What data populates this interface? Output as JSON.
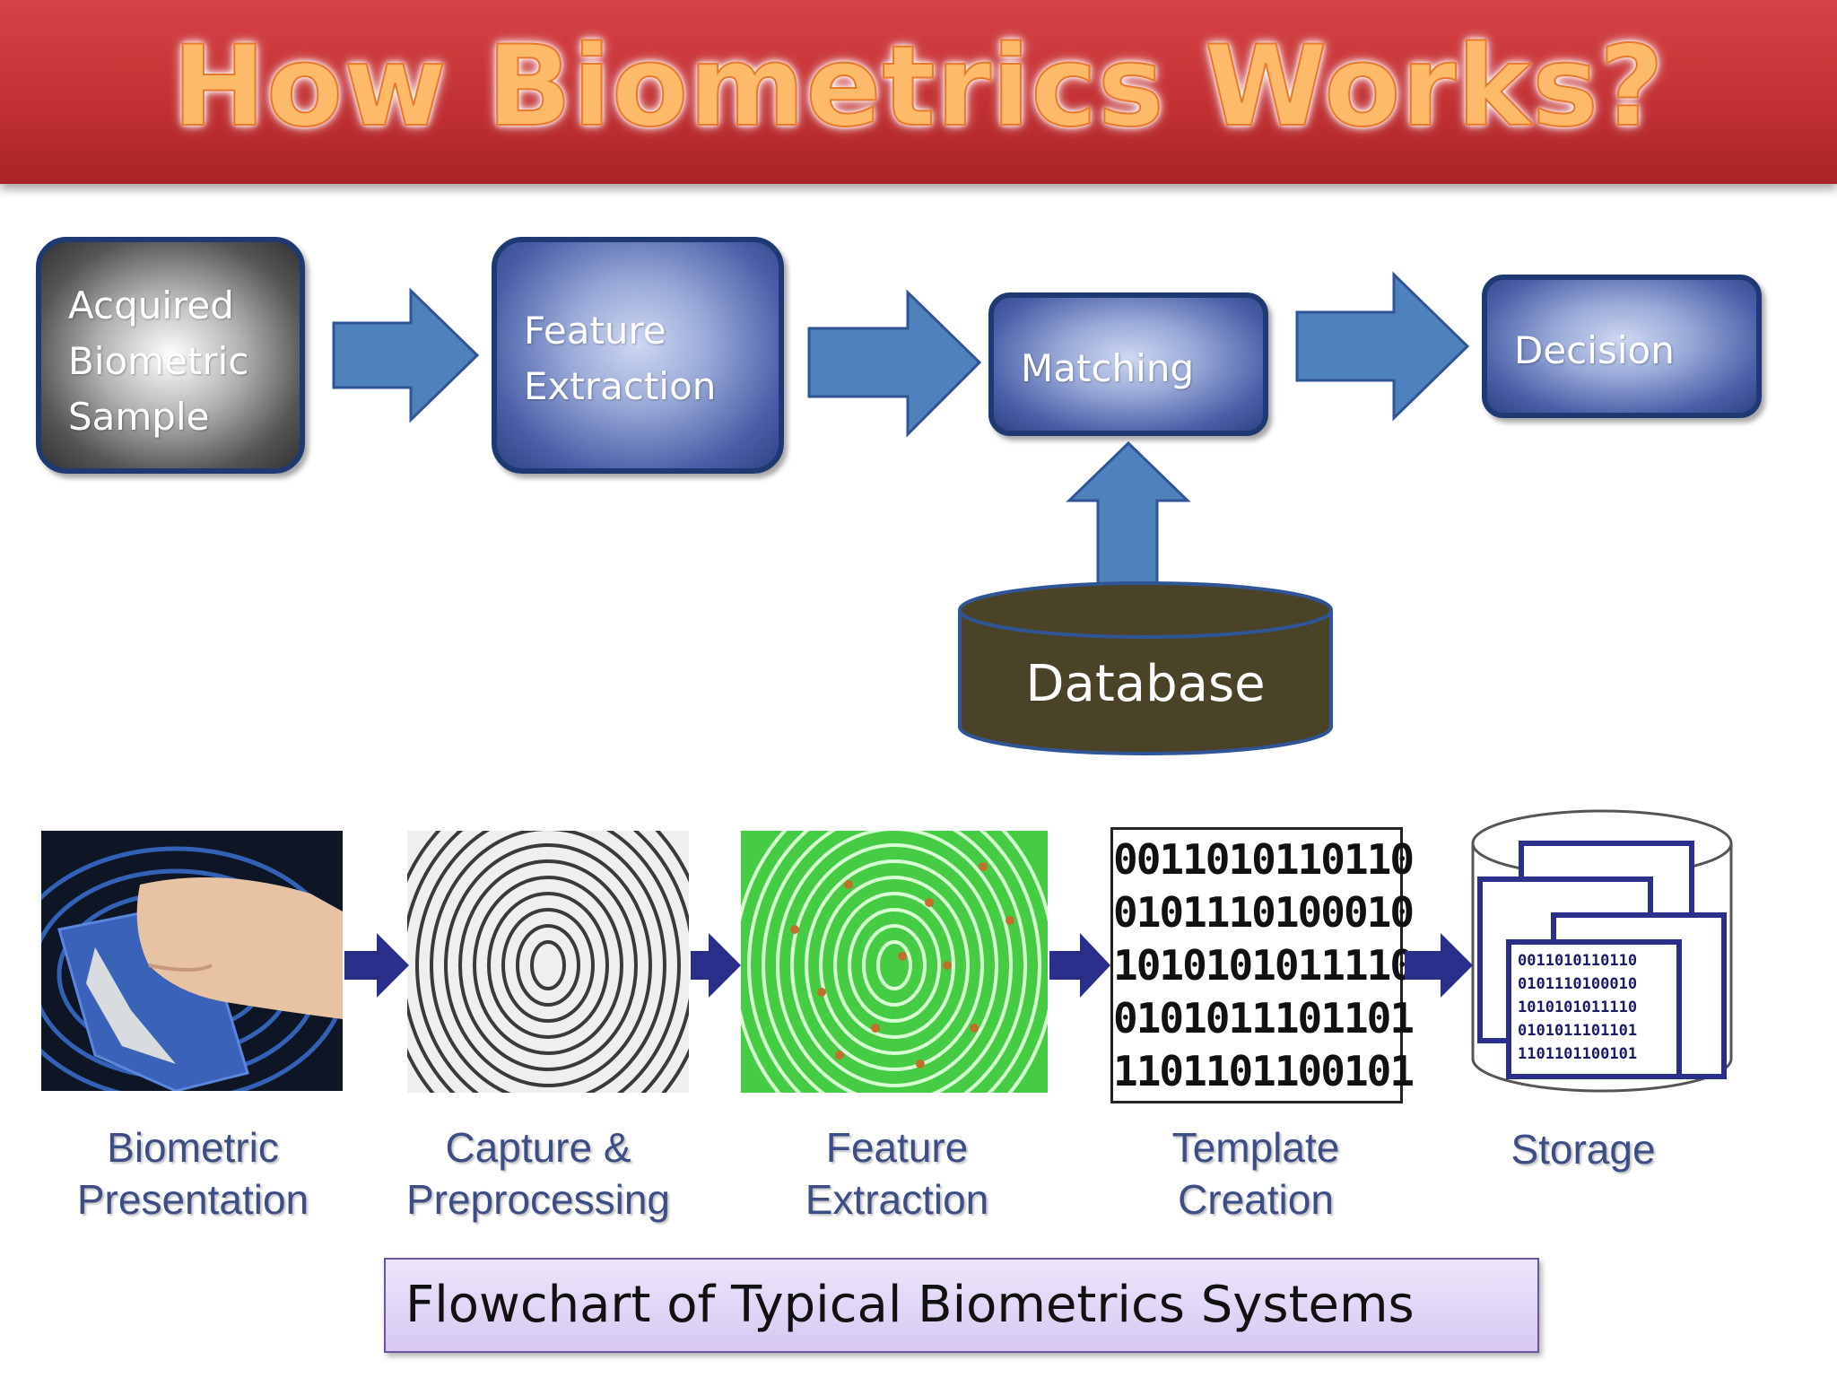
{
  "title": "How Biometrics Works?",
  "top_flow": {
    "acquired": "Acquired\nBiometric\nSample",
    "feature_extraction": "Feature\nExtraction",
    "matching": "Matching",
    "decision": "Decision",
    "database": "Database"
  },
  "bottom_flow": {
    "steps": [
      "Biometric\nPresentation",
      "Capture &\nPreprocessing",
      "Feature\nExtraction",
      "Template\nCreation",
      "Storage"
    ],
    "template_lines": [
      "0011010110110",
      "0101110100010",
      "1010101011110",
      "0101011101101",
      "1101101100101"
    ]
  },
  "caption": "Flowchart of Typical Biometrics Systems",
  "colors": {
    "title_bar": "#c13032",
    "title_text": "#fdbb6a",
    "box_border": "#1f3a73",
    "arrow_fill": "#4f81bd",
    "database_fill": "#4a4328",
    "step_label": "#3d4d86",
    "dark_arrow": "#2b2f8c"
  }
}
